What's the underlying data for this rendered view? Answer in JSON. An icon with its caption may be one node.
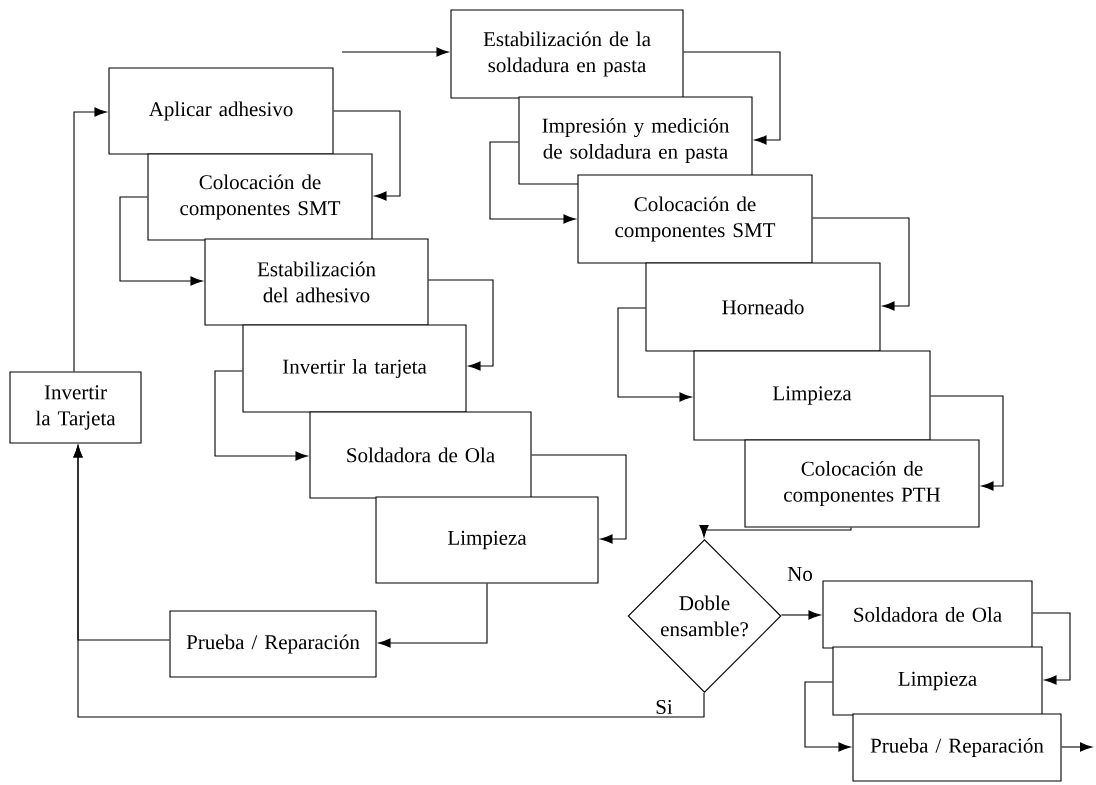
{
  "diagram": {
    "nodes": [
      {
        "text": [
          "Aplicar adhesivo"
        ]
      },
      {
        "text": [
          "Colocación de componentes SMT"
        ]
      },
      {
        "text": [
          "Estabilización del adhesivo"
        ]
      },
      {
        "text": [
          "Invertir la tarjeta"
        ]
      },
      {
        "text": [
          "Soldadora de Ola"
        ]
      },
      {
        "text": [
          "Limpieza"
        ]
      },
      {
        "text": [
          "Prueba / Reparación"
        ]
      },
      {
        "text": [
          "Invertir la Tarjeta"
        ]
      },
      {
        "text": [
          "Estabilización de la soldadura en pasta"
        ]
      },
      {
        "text": [
          "Impresión y medición de soldadura en pasta"
        ]
      },
      {
        "text": [
          "Colocación de componentes SMT"
        ]
      },
      {
        "text": [
          "Horneado"
        ]
      },
      {
        "text": [
          "Limpieza"
        ]
      },
      {
        "text": [
          "Colocación de componentes PTH"
        ]
      },
      {
        "text": [
          "Doble ensamble?"
        ]
      },
      {
        "text": [
          "Soldadora de Ola"
        ]
      },
      {
        "text": [
          "Limpieza"
        ]
      },
      {
        "text": [
          "Prueba / Reparación"
        ]
      }
    ],
    "edges": [
      {
        "from": null,
        "to": 8,
        "arrow": "to"
      },
      {
        "from": 8,
        "to": 9,
        "arrow": "to"
      },
      {
        "from": 9,
        "to": 10,
        "arrow": "to"
      },
      {
        "from": 10,
        "to": 11,
        "arrow": "to"
      },
      {
        "from": 11,
        "to": 12,
        "arrow": "to"
      },
      {
        "from": 12,
        "to": 13,
        "arrow": "to"
      },
      {
        "from": 13,
        "to": 14,
        "arrow": "to"
      },
      {
        "from": 14,
        "to": 15,
        "arrow": "to",
        "label": "No"
      },
      {
        "from": 14,
        "to": 7,
        "arrow": "to",
        "label": "Si"
      },
      {
        "from": 15,
        "to": 16,
        "arrow": "to"
      },
      {
        "from": 16,
        "to": 17,
        "arrow": "to"
      },
      {
        "from": 17,
        "to": null,
        "arrow": "to"
      },
      {
        "from": 7,
        "to": 0,
        "arrow": "to"
      },
      {
        "from": 0,
        "to": 1,
        "arrow": "to"
      },
      {
        "from": 1,
        "to": 2,
        "arrow": "to"
      },
      {
        "from": 2,
        "to": 3,
        "arrow": "to"
      },
      {
        "from": 3,
        "to": 4,
        "arrow": "to"
      },
      {
        "from": 4,
        "to": 5,
        "arrow": "to"
      },
      {
        "from": 5,
        "to": 6,
        "arrow": "to"
      },
      {
        "from": 6,
        "to": 7,
        "arrow": "to"
      }
    ]
  }
}
